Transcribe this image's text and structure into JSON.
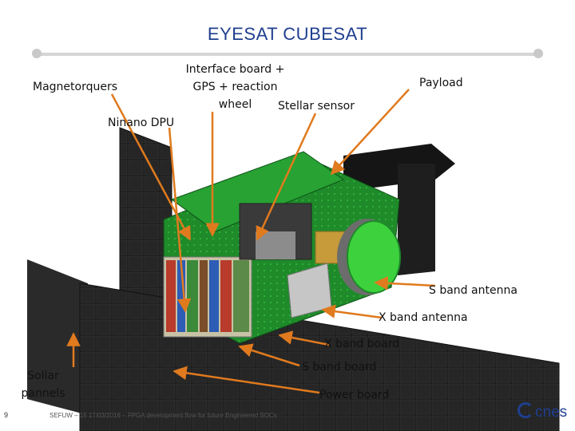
{
  "title": "EYESAT CUBESAT",
  "labels": {
    "magnetorquers": "Magnetorquers",
    "interface_line1": "Interface board +",
    "interface_line2": "GPS + reaction",
    "interface_line3": "wheel",
    "payload": "Payload",
    "stellar_sensor": "Stellar sensor",
    "ninano_dpu": "Ninano DPU",
    "s_band_antenna": "S band antenna",
    "x_band_antenna": "X band antenna",
    "x_band_board": "X band board",
    "s_band_board": "S band board",
    "solar_line1": "Sollar",
    "solar_line2": "pannels",
    "power_board": "Power board"
  },
  "footer": {
    "page_number": "9",
    "text": "SEFUW – 15 17/03/2016 – FPGA development flow for future Engineered SOCs",
    "logo": "cnes"
  },
  "colors": {
    "title": "#1f3f8f",
    "arrow": "#e07a1e",
    "pcb_green": "#1f8a2a",
    "panel_dark": "#1a1a1a"
  }
}
